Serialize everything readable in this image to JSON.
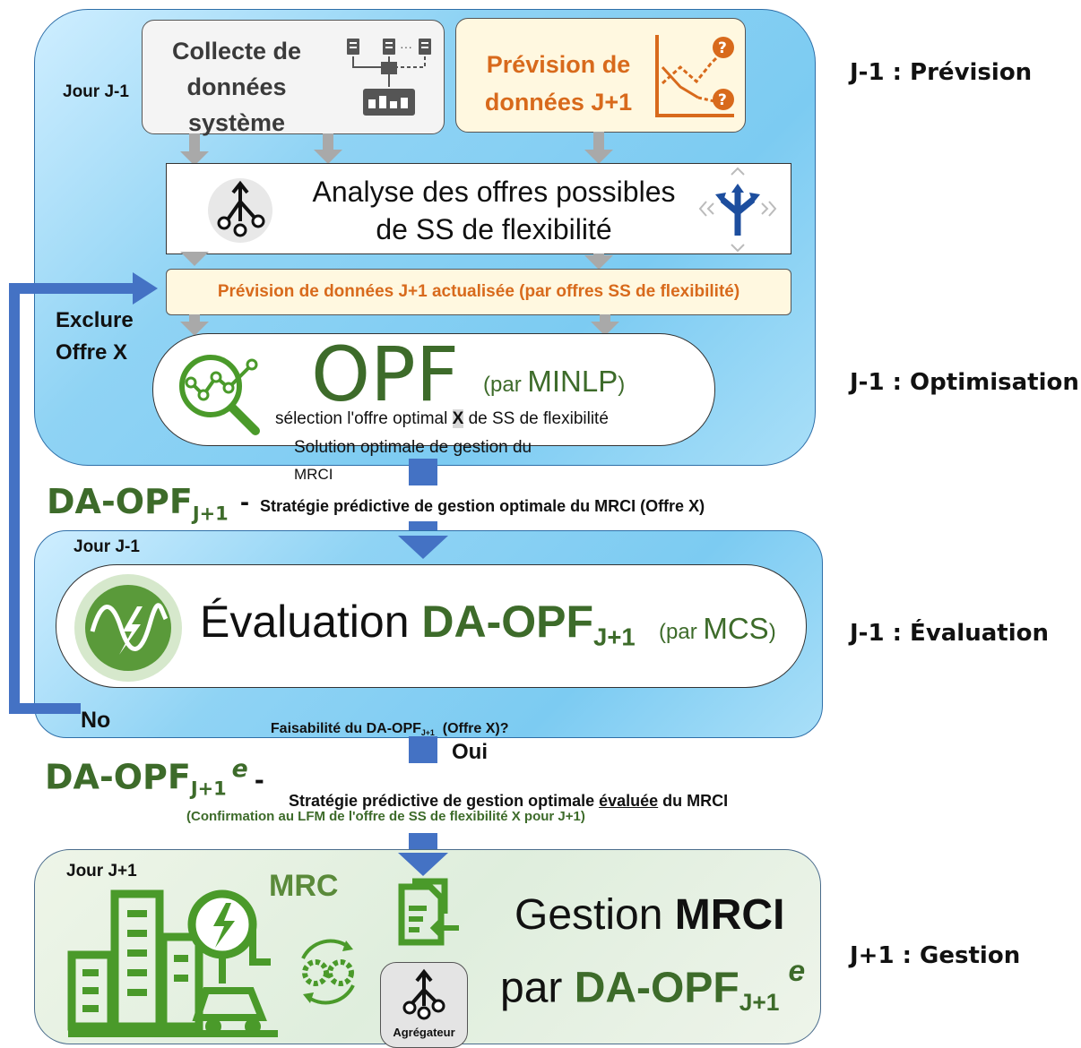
{
  "stage1": {
    "jour_label": "Jour J-1",
    "collecte_line1": "Collecte de",
    "collecte_line2": "données",
    "collecte_line3": "système",
    "prevision_line1": "Prévision de",
    "prevision_line2": "données J+1",
    "analyse_line1": "Analyse des offres possibles",
    "analyse_line2": "de SS de flexibilité",
    "prevision_actualisee": "Prévision de données J+1 actualisée (par offres SS de flexibilité)",
    "exclure_line1": "Exclure",
    "exclure_line2": "Offre X",
    "opf_title": "OPF",
    "opf_par": "(par ",
    "opf_method": "MINLP",
    "opf_close": ")",
    "opf_sel_pre": "sélection l'offre optimal ",
    "opf_sel_x": "X",
    "opf_sel_post": " de SS de flexibilité",
    "opf_solution_line1": "Solution optimale de gestion du",
    "opf_solution_line2": "MRCI"
  },
  "daopf1": {
    "main": "DA-OPF",
    "sub": "J+1",
    "dash": "-",
    "desc": "Stratégie prédictive de gestion optimale du MRCI (Offre X)"
  },
  "stage2": {
    "jour_label": "Jour J-1",
    "eval_word": "Évaluation ",
    "eval_main": "DA-OPF",
    "eval_sub": "J+1",
    "eval_par": "(par ",
    "eval_method": "MCS",
    "eval_close": ")",
    "feas_pre": "Faisabilité du DA-OPF",
    "feas_sub": "J+1",
    "feas_post": "  (Offre X)?",
    "no_label": "No",
    "oui_label": "Oui"
  },
  "daopf2": {
    "main": "DA-OPF",
    "sub": "J+1",
    "sup": "e",
    "dash": "-",
    "desc_pre": "Stratégie prédictive de gestion optimale ",
    "desc_underlined": "évaluée",
    "desc_post": " du MRCI",
    "confirmation": "(Confirmation au LFM de l'offre de SS de flexibilité X pour J+1)"
  },
  "stage3": {
    "jour_label": "Jour J+1",
    "mrc_label": "MRC",
    "agregateur_label": "Agrégateur",
    "gestion_word": "Gestion ",
    "gestion_bold": "MRCI",
    "par_word": "par ",
    "par_main": "DA-OPF",
    "par_sub": "J+1",
    "par_sup": "e"
  },
  "side_labels": {
    "prevision": "J-1 : Prévision",
    "optimisation": "J-1 : Optimisation",
    "evaluation": "J-1 : Évaluation",
    "gestion": "J+1 : Gestion"
  },
  "colors": {
    "panel_blue": "#8fd3f4",
    "panel_green": "#dfeedd",
    "arrow_blue": "#4472c4",
    "dark_green": "#3d6b2a",
    "orange": "#d86a1c",
    "icon_green": "#4a9a2a"
  }
}
